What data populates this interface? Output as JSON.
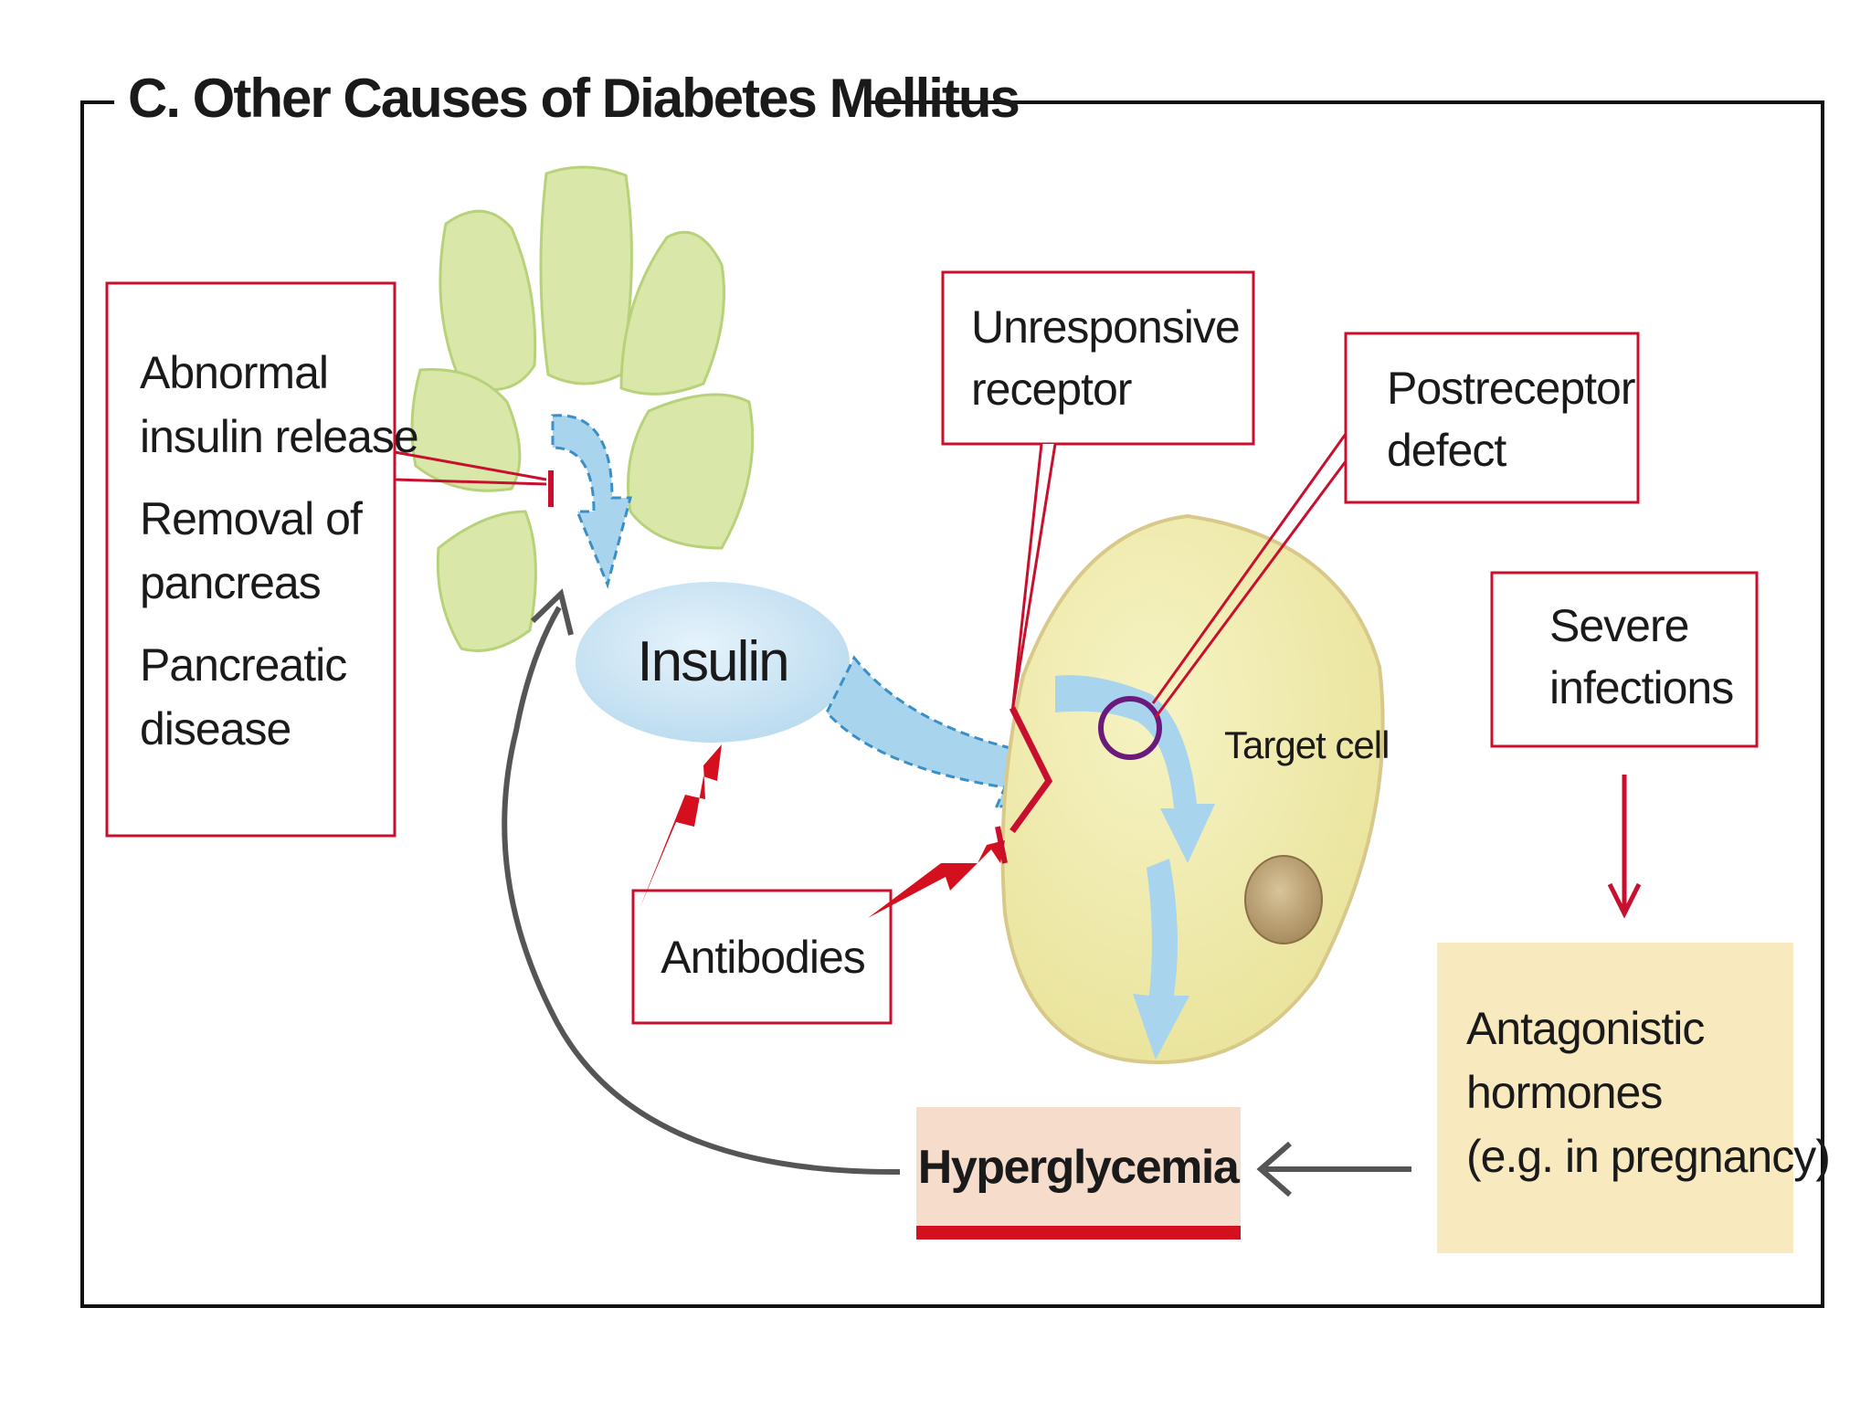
{
  "title": "C. Other Causes of Diabetes Mellitus",
  "pancreas_causes": {
    "lines": [
      "Abnormal",
      "insulin release",
      "Removal of",
      "pancreas",
      "Pancreatic",
      "disease"
    ]
  },
  "insulin_label": "Insulin",
  "antibodies_label": "Antibodies",
  "unresponsive_receptor": {
    "lines": [
      "Unresponsive",
      "receptor"
    ]
  },
  "postreceptor_defect": {
    "lines": [
      "Postreceptor",
      "defect"
    ]
  },
  "target_cell_label": "Target cell",
  "severe_infections": {
    "lines": [
      "Severe",
      "infections"
    ]
  },
  "antagonistic_hormones": {
    "lines": [
      "Antagonistic",
      "hormones",
      "(e.g. in pregnancy)"
    ]
  },
  "hyperglycemia_label": "Hyperglycemia",
  "colors": {
    "frame": "#111111",
    "callout_border": "#c8102e",
    "pancreas_fill": "#d9e8a8",
    "insulin_fill": "#cfe6f5",
    "arrow_blue": "#a9d4ee",
    "cell_fill": "#f1eeaa",
    "receptor_circle": "#6a1a7a",
    "hormones_bg": "#f8e9bf",
    "hyperglycemia_bg": "#f5dccb",
    "feedback_arrow": "#555555"
  }
}
